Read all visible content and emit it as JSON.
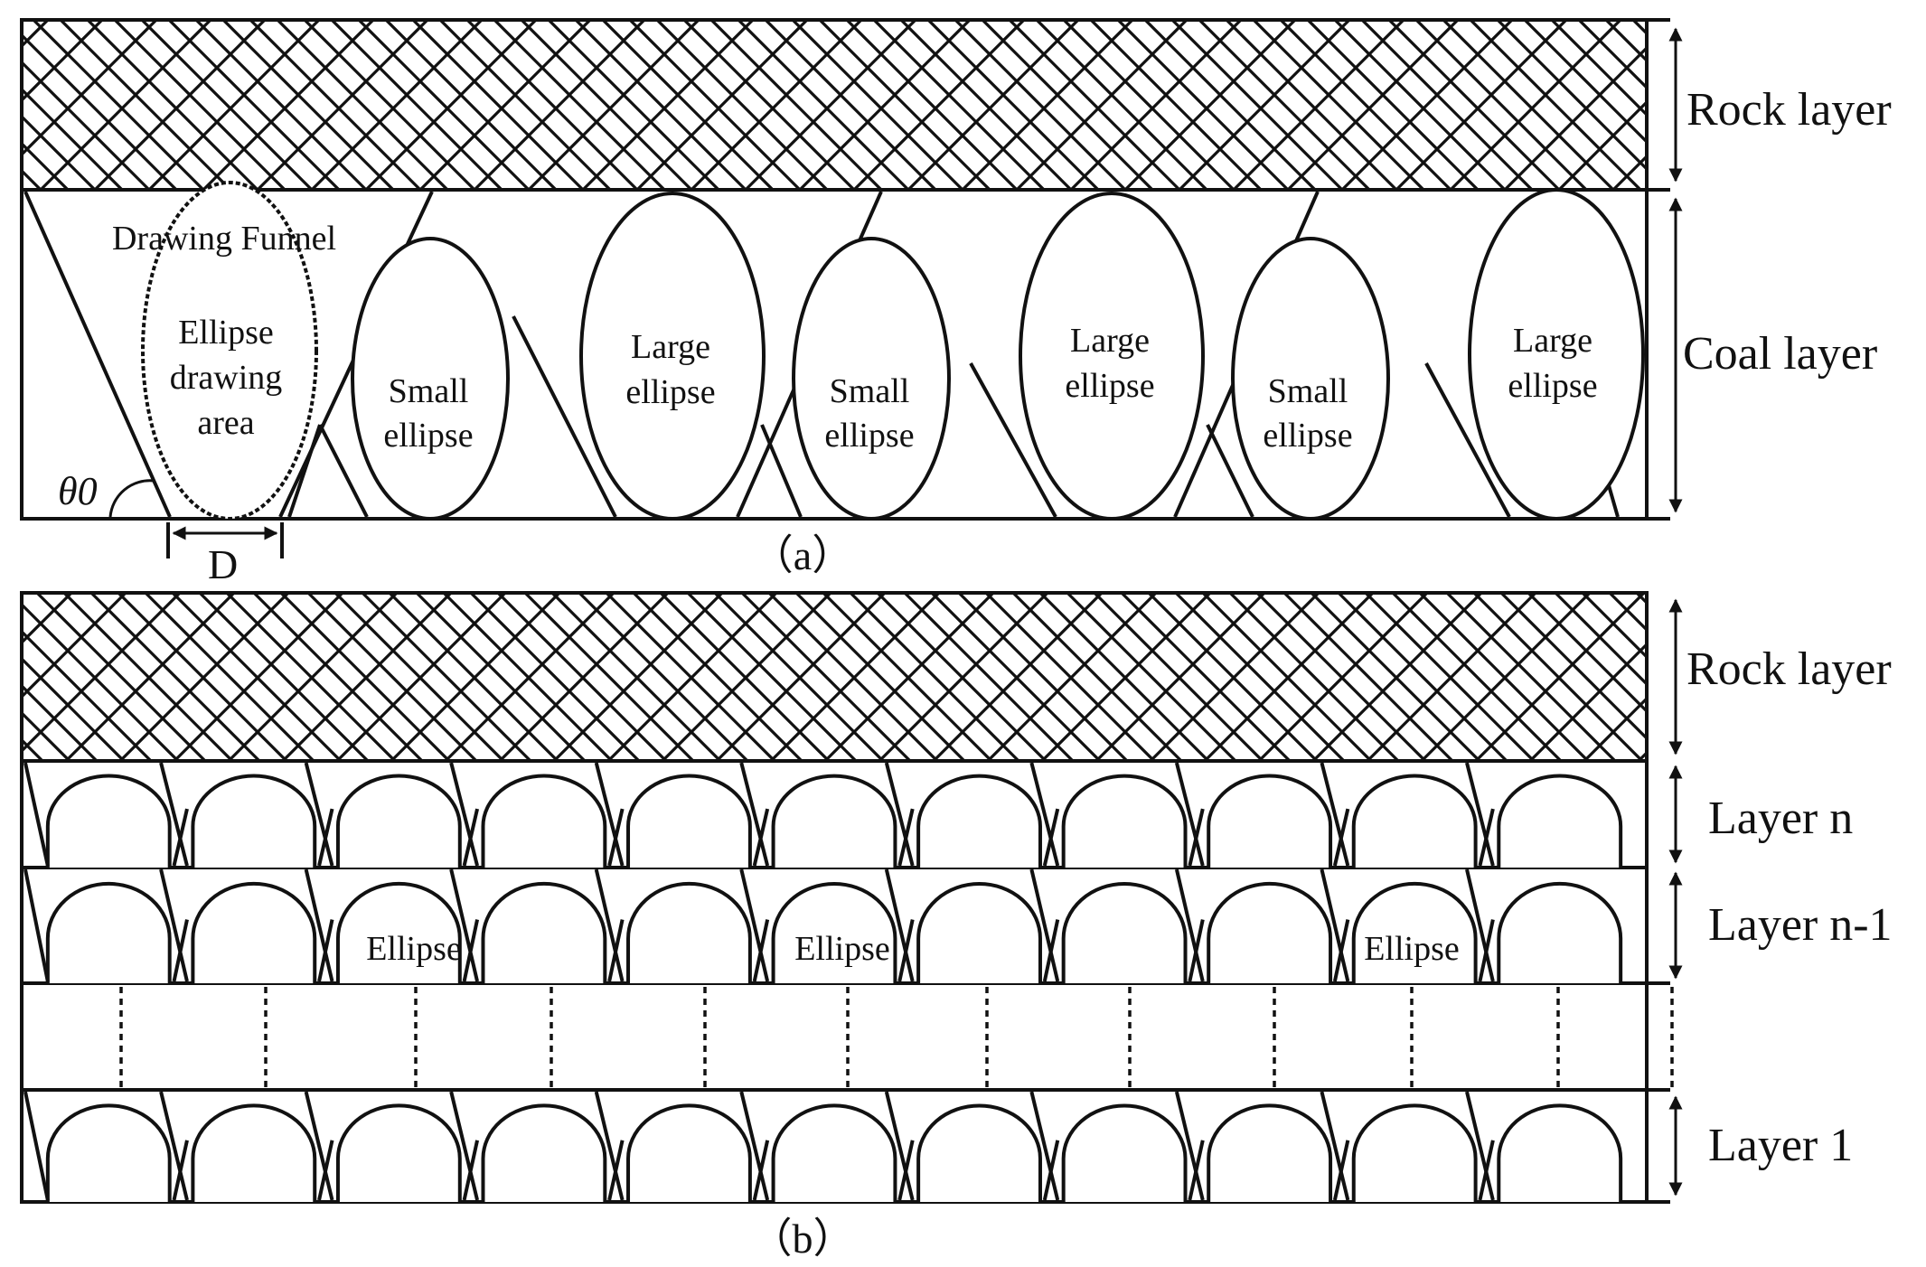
{
  "panel_a": {
    "caption": "（a）",
    "rock_label": "Rock layer",
    "coal_label": "Coal layer",
    "funnel_label": "Drawing  Funnel",
    "ellipse_area_label": [
      "Ellipse",
      "drawing",
      "area"
    ],
    "angle_label": "θ0",
    "width_label": "D",
    "ellipses": [
      {
        "size": "small",
        "lines": [
          "Small",
          "ellipse"
        ]
      },
      {
        "size": "large",
        "lines": [
          "Large",
          "ellipse"
        ]
      },
      {
        "size": "small",
        "lines": [
          "Small",
          "ellipse"
        ]
      },
      {
        "size": "large",
        "lines": [
          "Large",
          "ellipse"
        ]
      },
      {
        "size": "small",
        "lines": [
          "Small",
          "ellipse"
        ]
      },
      {
        "size": "large",
        "lines": [
          "Large",
          "ellipse"
        ]
      }
    ]
  },
  "panel_b": {
    "caption": "（b）",
    "rock_label": "Rock layer",
    "layer_labels": [
      "Layer n",
      "Layer n-1",
      "Layer 1"
    ],
    "ellipse_label": "Ellipse",
    "arches_per_layer": 11
  }
}
